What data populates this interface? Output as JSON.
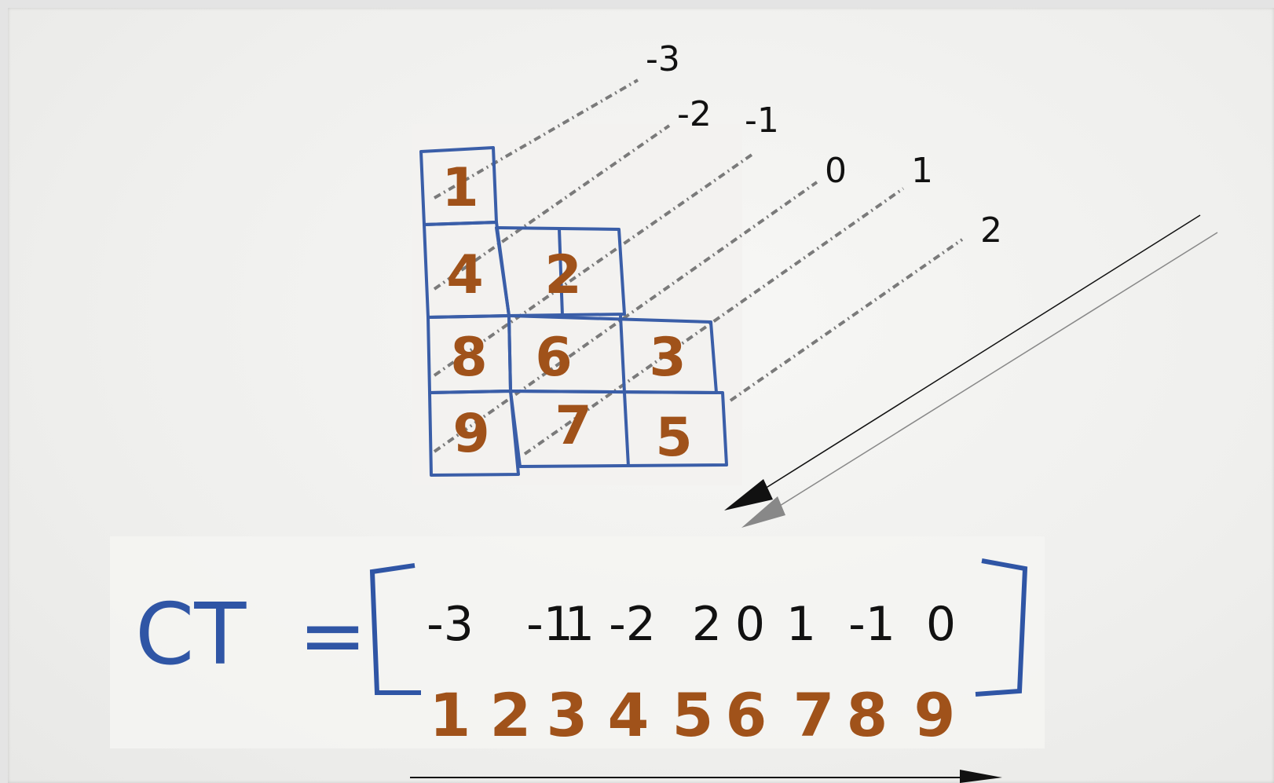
{
  "diagonal_labels": [
    "-3",
    "-2",
    "-1",
    "0",
    "1",
    "2"
  ],
  "matrix": {
    "rows": [
      [
        "1"
      ],
      [
        "4",
        "2"
      ],
      [
        "8",
        "6",
        "3"
      ],
      [
        "9",
        "7",
        "5"
      ]
    ]
  },
  "formula": {
    "lhs": "CT",
    "equals": "=",
    "top_row": [
      "-3",
      "-1",
      "1",
      "-2",
      "2",
      "0",
      "1",
      "-1",
      "0"
    ],
    "bottom_row": [
      "1",
      "2",
      "3",
      "4",
      "5",
      "6",
      "7",
      "8",
      "9"
    ]
  },
  "colors": {
    "grid_ink": "#3a5ea8",
    "digit_ink": "#a0521a",
    "pencil": "#111111",
    "dotted_line": "#7a7a7a",
    "arrow_gray": "#888888"
  }
}
